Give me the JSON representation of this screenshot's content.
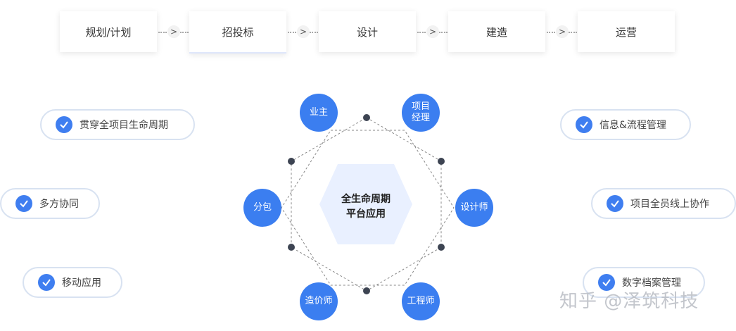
{
  "stages": [
    "规划/计划",
    "招投标",
    "设计",
    "建造",
    "运营"
  ],
  "features_left": [
    "贯穿全项目生命周期",
    "多方协同",
    "移动应用"
  ],
  "features_right": [
    "信息&流程管理",
    "项目全员线上协作",
    "数字档案管理"
  ],
  "center": {
    "line1": "全生命周期",
    "line2": "平台应用"
  },
  "roles": {
    "owner": "业主",
    "pm": "项目经理",
    "designer": "设计师",
    "engineer": "工程师",
    "cost": "造价师",
    "sub": "分包"
  },
  "watermark": "知乎 @泽筑科技",
  "colors": {
    "accent": "#3b7ef0",
    "hex_fill": "#e9f0ff"
  }
}
